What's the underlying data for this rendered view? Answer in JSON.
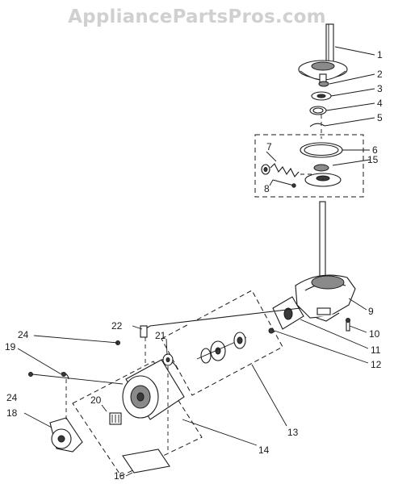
{
  "watermark": "AppliancePartsPros.com",
  "callouts": [
    {
      "id": "c1",
      "text": "1"
    },
    {
      "id": "c2",
      "text": "2"
    },
    {
      "id": "c3",
      "text": "3"
    },
    {
      "id": "c4",
      "text": "4"
    },
    {
      "id": "c5",
      "text": "5"
    },
    {
      "id": "c6",
      "text": "6"
    },
    {
      "id": "c7",
      "text": "7"
    },
    {
      "id": "c8",
      "text": "8"
    },
    {
      "id": "c9",
      "text": "9"
    },
    {
      "id": "c10",
      "text": "10"
    },
    {
      "id": "c11",
      "text": "11"
    },
    {
      "id": "c12",
      "text": "12"
    },
    {
      "id": "c13",
      "text": "13"
    },
    {
      "id": "c14",
      "text": "14"
    },
    {
      "id": "c15",
      "text": "15"
    },
    {
      "id": "c16",
      "text": "16"
    },
    {
      "id": "c18",
      "text": "18"
    },
    {
      "id": "c19",
      "text": "19"
    },
    {
      "id": "c20",
      "text": "20"
    },
    {
      "id": "c21",
      "text": "21"
    },
    {
      "id": "c22",
      "text": "22"
    },
    {
      "id": "c24a",
      "text": "24"
    },
    {
      "id": "c24b",
      "text": "24"
    }
  ]
}
